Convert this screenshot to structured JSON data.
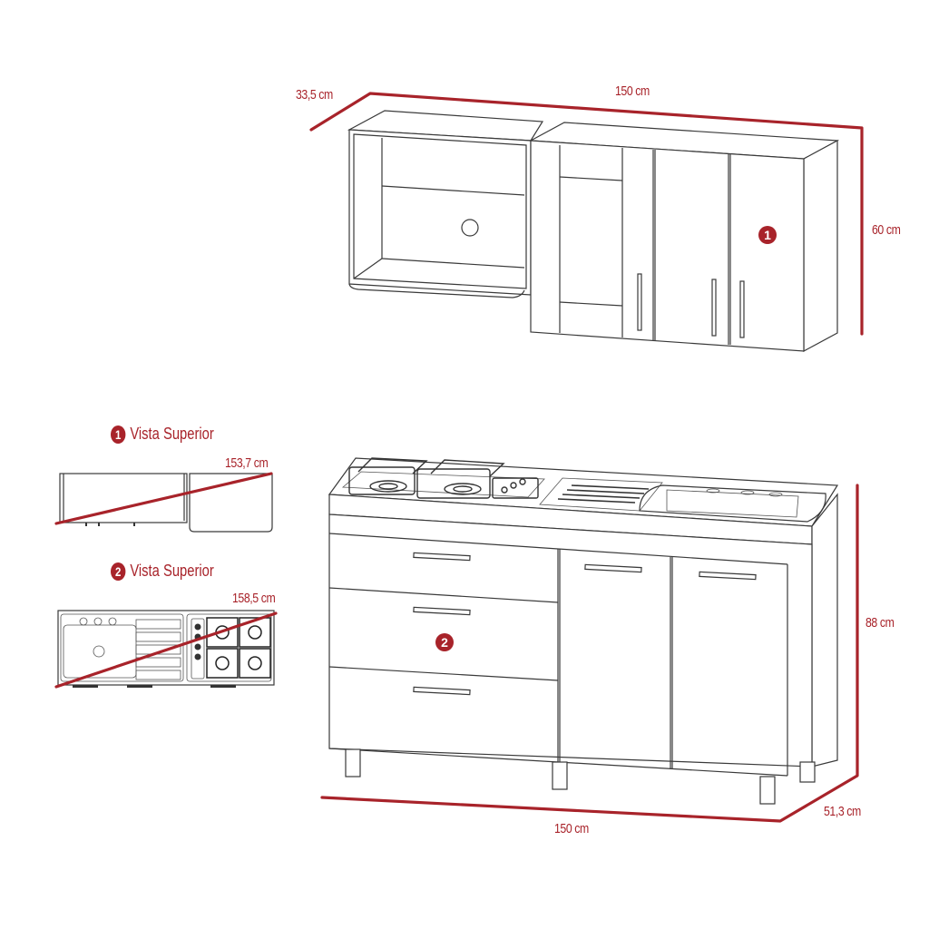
{
  "colors": {
    "accent": "#a8232a",
    "line": "#3a3a3a"
  },
  "upper_cabinet": {
    "badge": "1",
    "dims": {
      "depth": "33,5 cm",
      "width": "150 cm",
      "height": "60 cm"
    }
  },
  "lower_cabinet": {
    "badge": "2",
    "dims": {
      "width": "150 cm",
      "depth": "51,3 cm",
      "height": "88 cm"
    }
  },
  "top_view_1": {
    "badge": "1",
    "title": "Vista Superior",
    "dim": "153,7 cm"
  },
  "top_view_2": {
    "badge": "2",
    "title": "Vista Superior",
    "dim": "158,5 cm"
  }
}
